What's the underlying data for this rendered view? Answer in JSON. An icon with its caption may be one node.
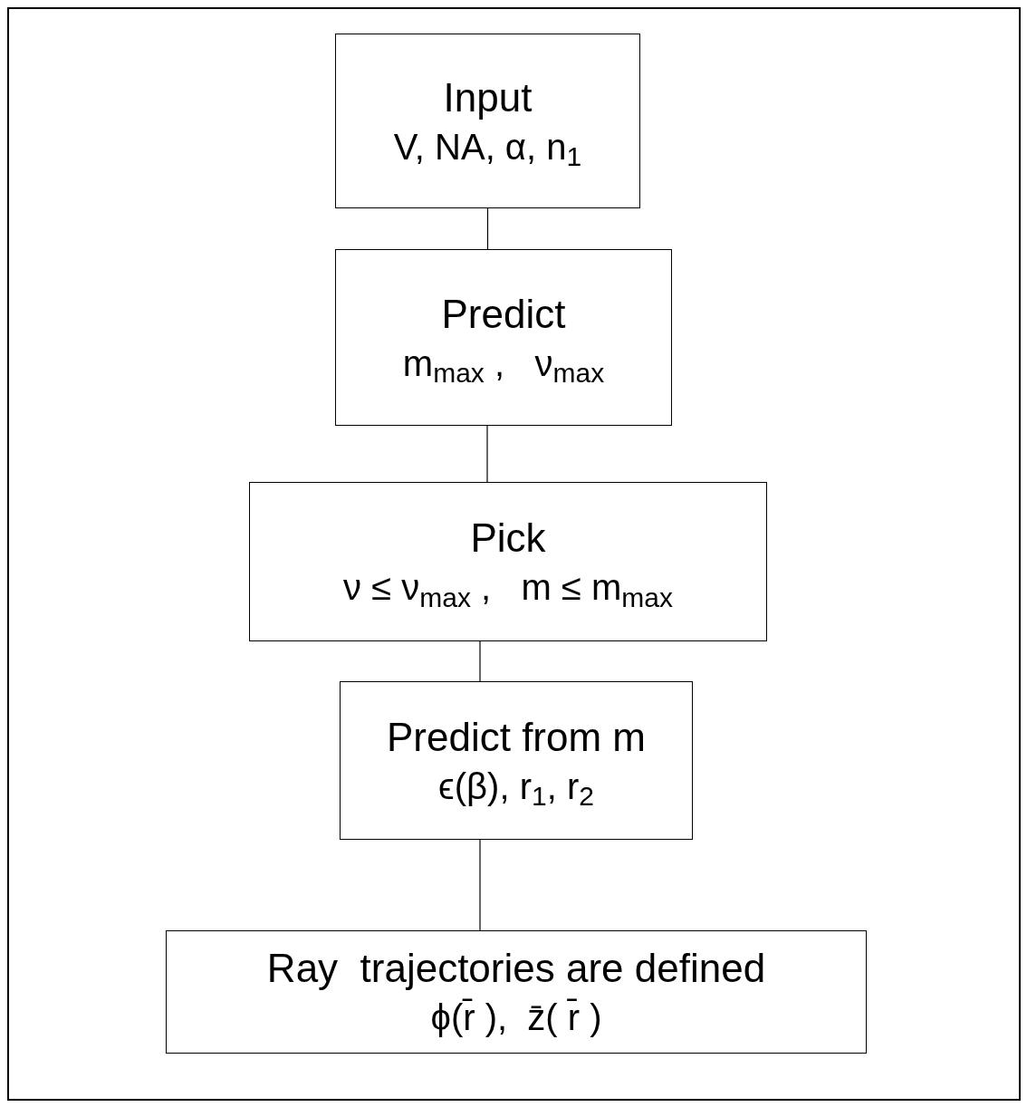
{
  "diagram": {
    "nodes": [
      {
        "text": [
          "Input",
          "V, NA, α, n$_{1}$"
        ]
      },
      {
        "text": [
          "Predict",
          "m$_{max}$ ,   ν$_{max}$"
        ]
      },
      {
        "text": [
          "Pick",
          "ν ≤ ν$_{max}$ ,   m ≤ m$_{max}$"
        ]
      },
      {
        "text": [
          "Predict from m",
          "ϵ(β), r$_{1}$, r$_{2}$"
        ]
      },
      {
        "text": [
          "Ray  trajectories are defined",
          "ϕ(r̄ ),  z̄( r̄ )"
        ]
      }
    ],
    "edges": [
      {
        "from": 0,
        "to": 1,
        "arrow": "none"
      },
      {
        "from": 1,
        "to": 2,
        "arrow": "none"
      },
      {
        "from": 2,
        "to": 3,
        "arrow": "none"
      },
      {
        "from": 3,
        "to": 4,
        "arrow": "none"
      }
    ]
  }
}
